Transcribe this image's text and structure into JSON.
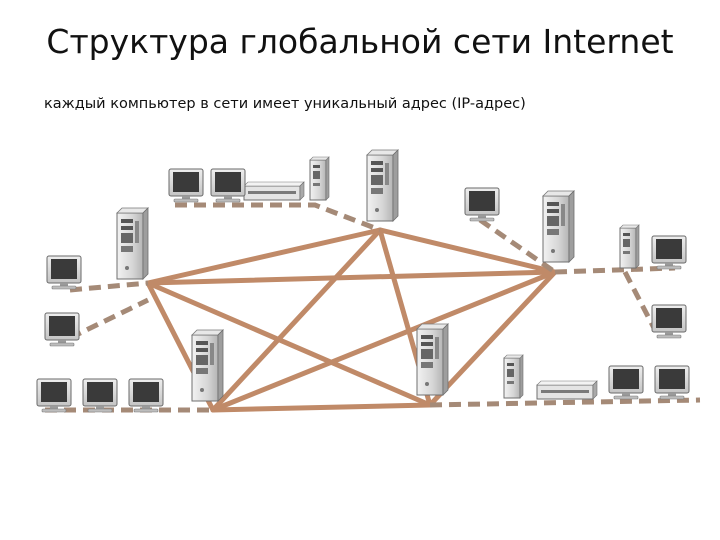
{
  "slide": {
    "title": "Структура глобальной сети Internet",
    "subtitle": "каждый компьютер в сети имеет уникальный адрес (IP-адрес)"
  },
  "diagram": {
    "colors": {
      "backbone": "#c08a68",
      "access": "#a58a77",
      "device_body": "#dcdcdc",
      "device_dark": "#555555",
      "screen": "#3a3a3a"
    },
    "servers": [
      "server-left",
      "server-top-center",
      "server-top-right",
      "server-bottom-left",
      "server-bottom-center"
    ],
    "small_towers": [
      "tower-top",
      "tower-right",
      "tower-bottom"
    ],
    "switches": [
      "switch-top",
      "switch-bottom-right"
    ],
    "monitors": [
      "monitor-top-1",
      "monitor-top-2",
      "monitor-left-1",
      "monitor-left-2",
      "monitor-bottom-1",
      "monitor-bottom-2",
      "monitor-bottom-3",
      "monitor-top-right",
      "monitor-right-1",
      "monitor-right-2",
      "monitor-bottom-right-1",
      "monitor-bottom-right-2"
    ]
  }
}
